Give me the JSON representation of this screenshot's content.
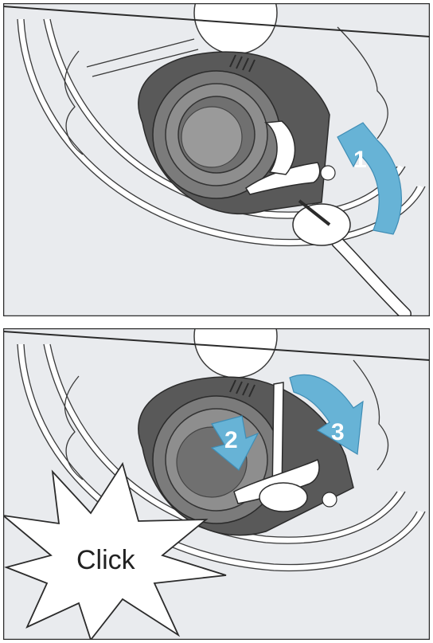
{
  "steps": {
    "step1": "1",
    "step2": "2",
    "step3": "3"
  },
  "click_label": "Click",
  "colors": {
    "background": "#e9ebee",
    "arrow": "#67b3d6",
    "arrow_dark": "#3f8db5",
    "filter_dark": "#595959",
    "filter_mid": "#7b7b7b",
    "frame": "#2b2b2b"
  }
}
